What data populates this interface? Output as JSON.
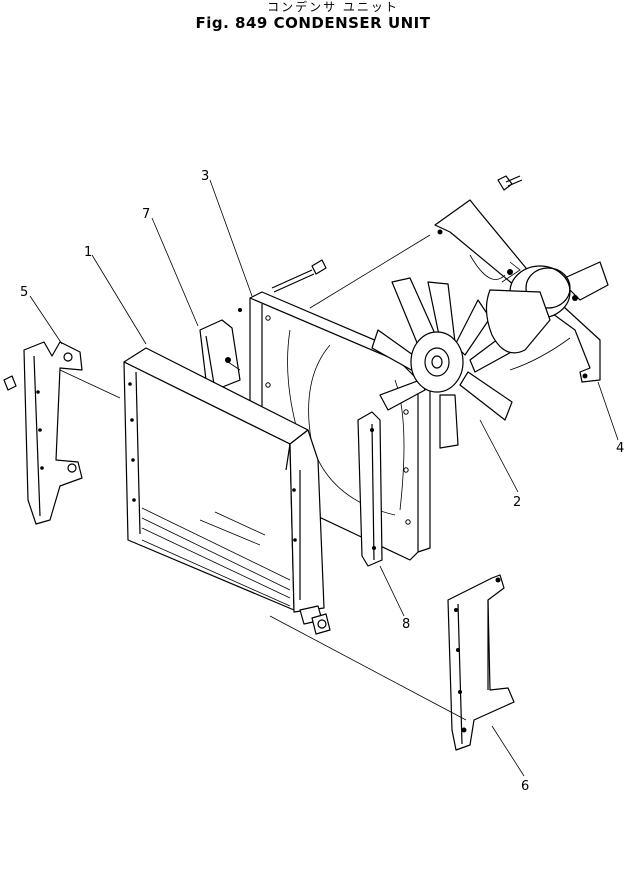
{
  "title_jp": "コンデンサ ユニット",
  "title_en": "Fig. 849 CONDENSER UNIT",
  "callouts": [
    {
      "id": "1",
      "text": "1"
    },
    {
      "id": "2",
      "text": "2"
    },
    {
      "id": "3",
      "text": "3"
    },
    {
      "id": "4",
      "text": "4"
    },
    {
      "id": "5",
      "text": "5"
    },
    {
      "id": "6",
      "text": "6"
    },
    {
      "id": "7",
      "text": "7"
    },
    {
      "id": "8",
      "text": "8"
    }
  ]
}
